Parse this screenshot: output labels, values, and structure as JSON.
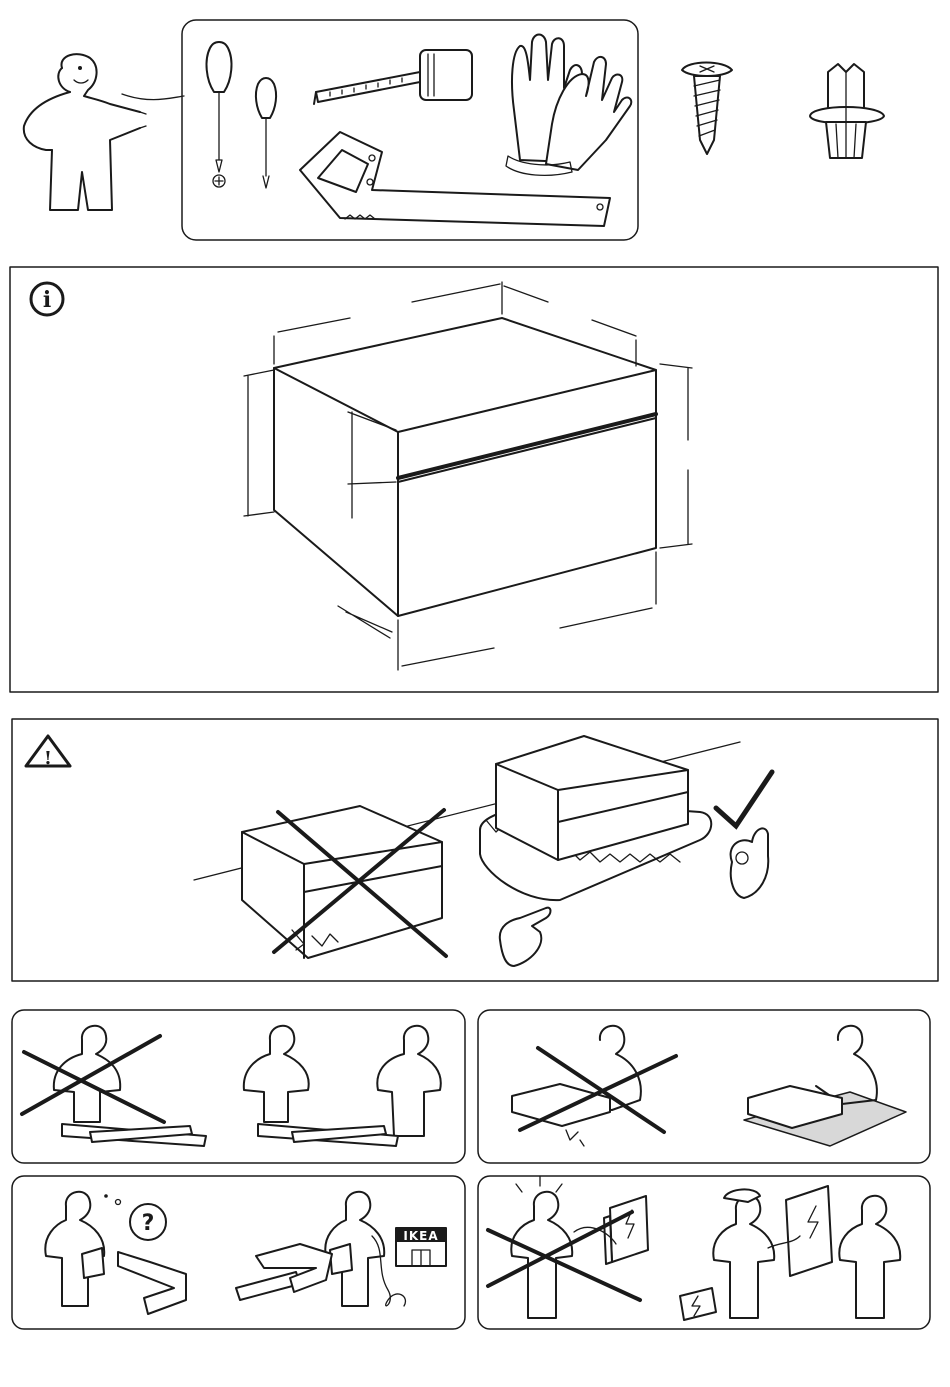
{
  "panels": {
    "tools": {
      "tools": [
        "phillips-screwdriver",
        "flat-screwdriver",
        "tape-measure",
        "hand-saw",
        "work-gloves",
        "screw",
        "wall-plug"
      ]
    },
    "dimensions": {
      "icon": "info-icon"
    },
    "unpacking": {
      "icon": "warning-triangle-icon",
      "ok_icon": "checkmark-icon"
    }
  },
  "ikea_sign": "IKEA",
  "question_mark": "?",
  "info_glyph": "i",
  "warning_glyph": "!"
}
